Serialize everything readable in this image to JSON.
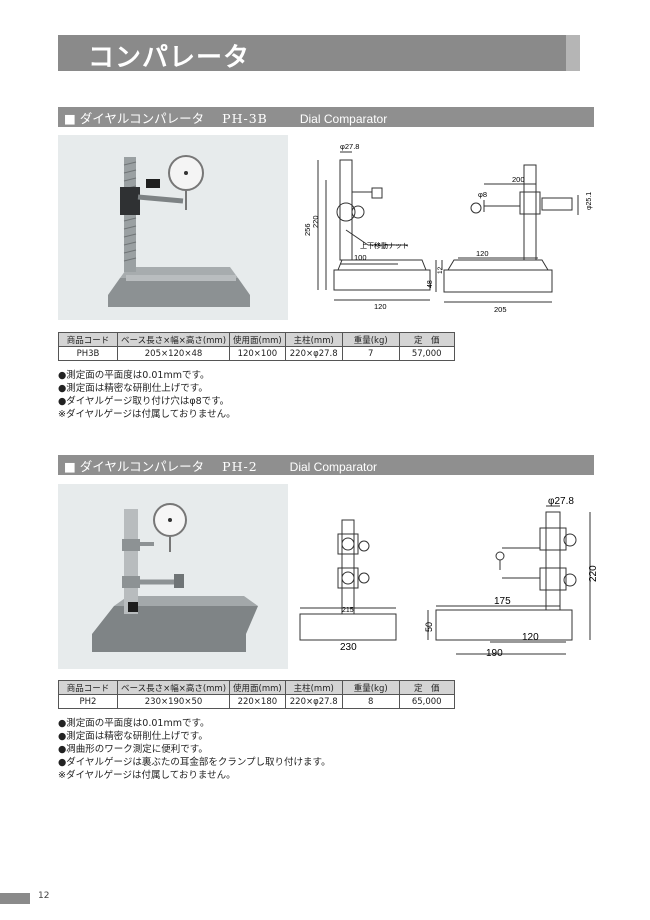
{
  "page": {
    "title": "コンパレータ",
    "page_number": "12"
  },
  "sections": [
    {
      "marker": "■",
      "title": "ダイヤルコンパレータ",
      "model": "PH-3B",
      "english": "Dial Comparator",
      "table": {
        "headers": [
          "商品コード",
          "ベース長さ×幅×高さ(mm)",
          "使用面(mm)",
          "主柱(mm)",
          "重量(kg)",
          "定　価"
        ],
        "row": [
          "PH3B",
          "205×120×48",
          "120×100",
          "220×φ27.8",
          "7",
          "57,000"
        ]
      },
      "notes": [
        "●測定面の平面度は0.01mmです。",
        "●測定面は精密な研削仕上げです。",
        "●ダイヤルゲージ取り付け穴はφ8です。",
        "※ダイヤルゲージは付属しておりません。"
      ],
      "drawing_labels": {
        "col_dia": "φ27.8",
        "h256": "256",
        "h220": "220",
        "nut": "上下移動ナット",
        "w100": "100",
        "w120": "120",
        "arm200": "200",
        "hole8": "φ8",
        "d25": "φ25.1",
        "surf120": "120",
        "h12": "12",
        "h48": "48",
        "base205": "205"
      }
    },
    {
      "marker": "■",
      "title": "ダイヤルコンパレータ",
      "model": "PH-2",
      "english": "Dial Comparator",
      "table": {
        "headers": [
          "商品コード",
          "ベース長さ×幅×高さ(mm)",
          "使用面(mm)",
          "主柱(mm)",
          "重量(kg)",
          "定　価"
        ],
        "row": [
          "PH2",
          "230×190×50",
          "220×180",
          "220×φ27.8",
          "8",
          "65,000"
        ]
      },
      "notes": [
        "●測定面の平面度は0.01mmです。",
        "●測定面は精密な研削仕上げです。",
        "●凋曲形のワーク測定に便利です。",
        "●ダイヤルゲージは裏ぶたの耳金部をクランプし取り付けます。",
        "※ダイヤルゲージは付属しておりません。"
      ],
      "drawing_labels": {
        "w215": "215",
        "w230": "230",
        "col_dia": "φ27.8",
        "h220": "220",
        "w175": "175",
        "h50": "50",
        "w120": "120",
        "w190": "190"
      }
    }
  ]
}
